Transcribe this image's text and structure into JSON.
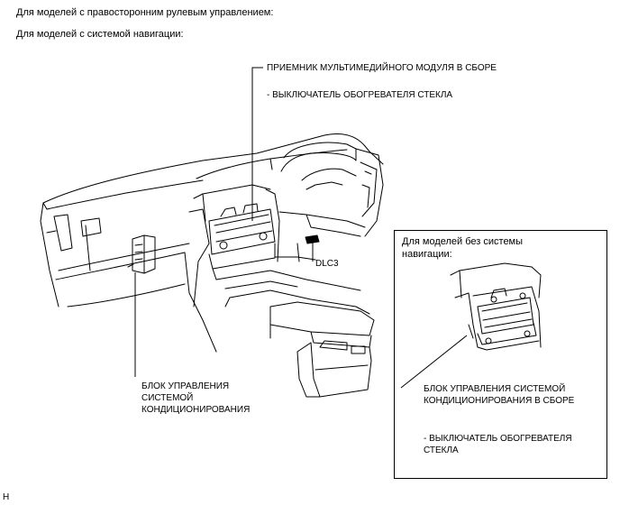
{
  "header": {
    "line1": "Для моделей с правосторонним рулевым управлением:",
    "line2": "Для моделей с системой навигации:"
  },
  "callouts": {
    "receiver": "ПРИЕМНИК МУЛЬТИМЕДИЙНОГО МОДУЛЯ В СБОРЕ",
    "receiver_sub": "- ВЫКЛЮЧАТЕЛЬ ОБОГРЕВАТЕЛЯ СТЕКЛА",
    "dlc3": "DLC3",
    "ac_unit_line1": "БЛОК УПРАВЛЕНИЯ",
    "ac_unit_line2": "СИСТЕМОЙ",
    "ac_unit_line3": "КОНДИЦИОНИРОВАНИЯ"
  },
  "inset": {
    "title_line1": "Для моделей без системы",
    "title_line2": "навигации:",
    "label_line1": "БЛОК УПРАВЛЕНИЯ СИСТЕМОЙ",
    "label_line2": "КОНДИЦИОНИРОВАНИЯ В СБОРЕ",
    "sub_line1": "- ВЫКЛЮЧАТЕЛЬ ОБОГРЕВАТЕЛЯ",
    "sub_line2": "СТЕКЛА"
  },
  "footer": {
    "code": "H"
  }
}
